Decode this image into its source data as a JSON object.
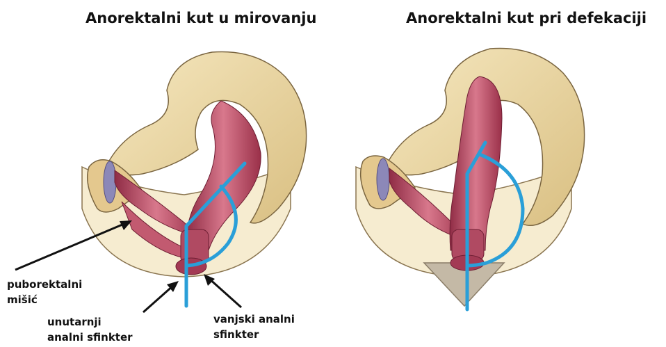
{
  "titles": {
    "rest": "Anorektalni kut u mirovanju",
    "defecation": "Anorektalni kut pri defekaciji"
  },
  "labels": {
    "puborectalis": {
      "line1": "puborektalni",
      "line2": "mišić"
    },
    "internal_sphincter": {
      "line1": "unutarnji",
      "line2": "analni sfinkter"
    },
    "external_sphincter": {
      "line1": "vanjski analni",
      "line2": "sfinkter"
    }
  },
  "colors": {
    "angle_line": "#2a9fd8",
    "bone": "#ecd9a6",
    "muscle": "#b8455e",
    "pelvic_floor": "#f6ecd0",
    "arrow": "#111111"
  },
  "angle_state": {
    "rest": "acute",
    "defecation": "obtuse"
  }
}
